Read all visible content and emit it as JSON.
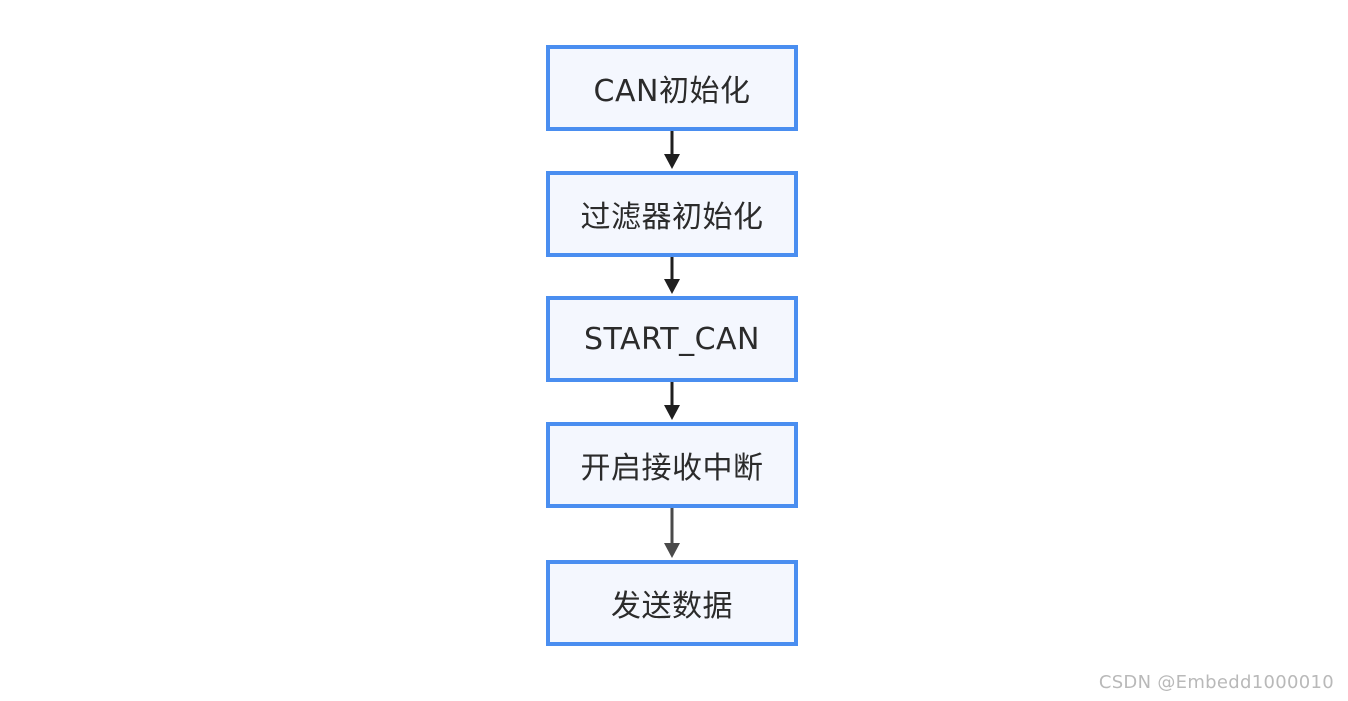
{
  "diagram": {
    "nodes": [
      {
        "id": "n0",
        "label": "CAN初始化"
      },
      {
        "id": "n1",
        "label": "过滤器初始化"
      },
      {
        "id": "n2",
        "label": "START_CAN"
      },
      {
        "id": "n3",
        "label": "开启接收中断"
      },
      {
        "id": "n4",
        "label": "发送数据"
      }
    ],
    "edges": [
      {
        "from": "n0",
        "to": "n1"
      },
      {
        "from": "n1",
        "to": "n2"
      },
      {
        "from": "n2",
        "to": "n3"
      },
      {
        "from": "n3",
        "to": "n4"
      }
    ],
    "colors": {
      "node_border": "#4a8ef0",
      "node_fill": "#f4f7fe",
      "arrow": "#1f1f1f",
      "arrow_last": "#4a4a4a"
    }
  },
  "watermark": "CSDN @Embedd1000010"
}
